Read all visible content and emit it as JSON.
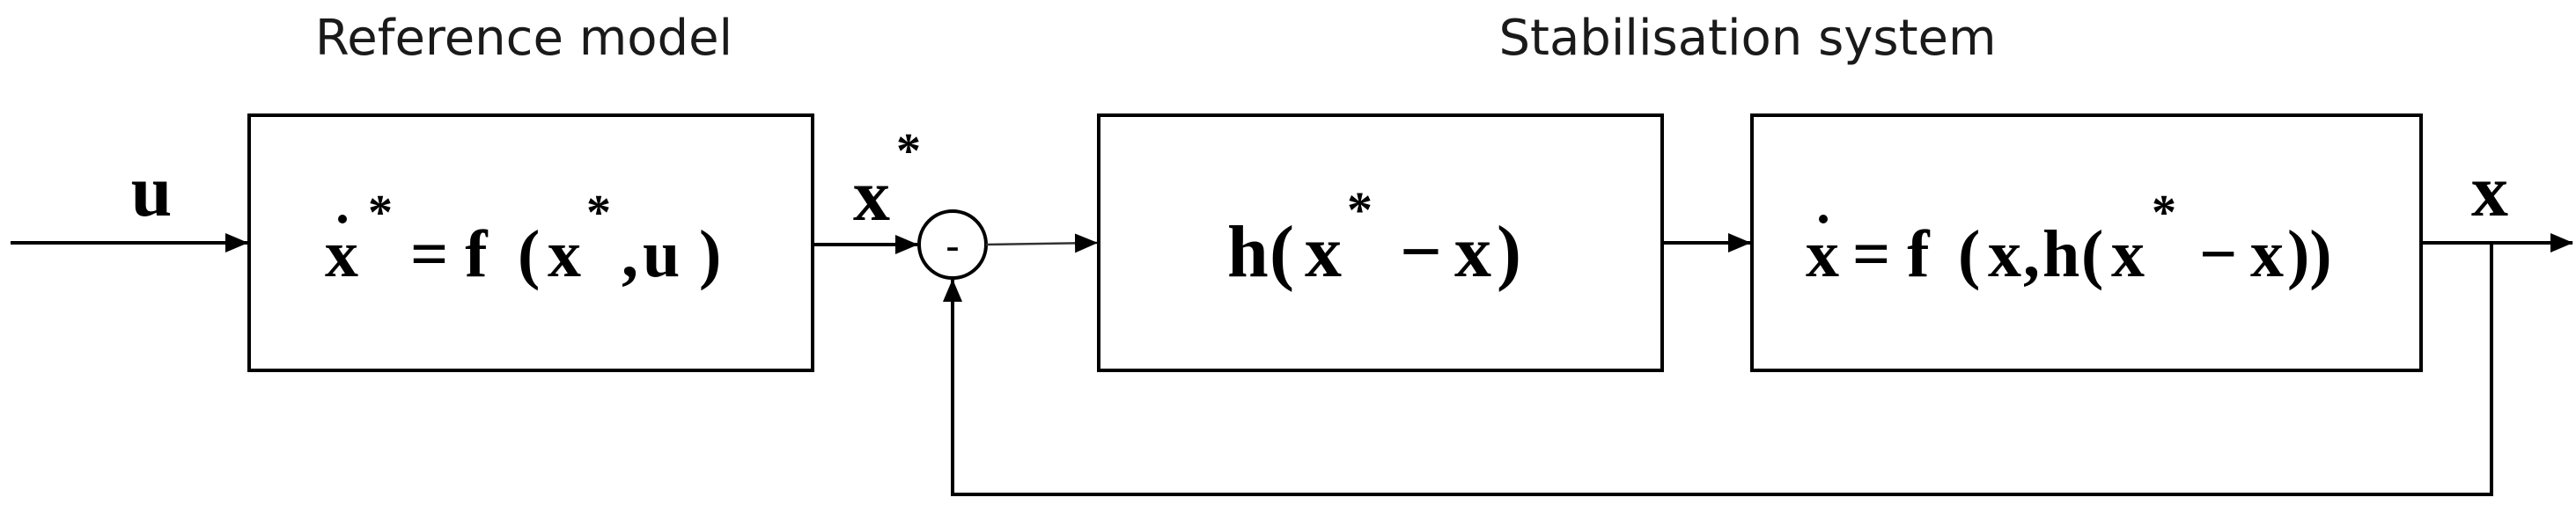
{
  "headers": {
    "reference": "Reference model",
    "stabilisation": "Stabilisation system"
  },
  "signals": {
    "input": "u",
    "reference_state": "x",
    "reference_state_sup": "*",
    "output": "x"
  },
  "summing_junction": {
    "sign": "-"
  },
  "blocks": {
    "reference_model": {
      "dot_var": "x",
      "star1": "*",
      "eq_f": "= f",
      "open": "(",
      "arg1": "x",
      "star2": "*",
      "comma": ",",
      "arg2": "u",
      "close": ")"
    },
    "controller": {
      "fn": "h",
      "open": "(",
      "arg1": "x",
      "star": "*",
      "minus": "−",
      "arg2": "x",
      "close": ")"
    },
    "system": {
      "dot_var": "x",
      "eq_f": "= f",
      "open": "(",
      "arg1": "x",
      "comma": ",",
      "fn": "h",
      "open2": "(",
      "arg2": "x",
      "star": "*",
      "minus": "−",
      "arg3": "x",
      "close": "))"
    }
  },
  "colors": {
    "stroke": "#000000",
    "text": "#1a1a1a",
    "background": "#ffffff"
  }
}
